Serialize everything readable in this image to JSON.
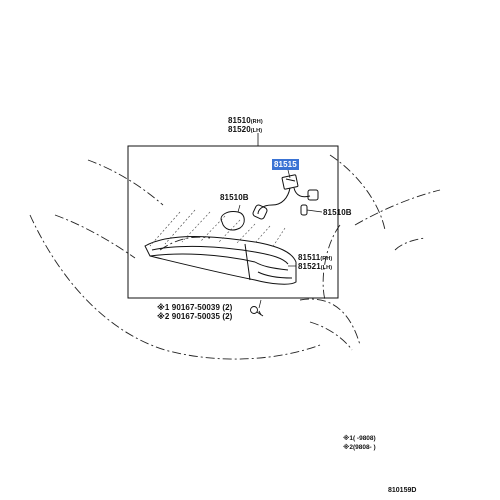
{
  "parts": {
    "assy": {
      "number": "81510",
      "side": "(RH)"
    },
    "assy2": {
      "number": "81520",
      "side": "(LH)"
    },
    "socket": {
      "number": "81515"
    },
    "bulb_left": {
      "number": "81510B"
    },
    "bulb_right": {
      "number": "81510B"
    },
    "lens": {
      "number": "81511",
      "side": "(RH)"
    },
    "lens2": {
      "number": "81521",
      "side": "(LH)"
    },
    "screw1": {
      "mark": "※1",
      "number": "90167-50039",
      "qty": "(2)"
    },
    "screw2": {
      "mark": "※2",
      "number": "90167-50035",
      "qty": "(2)"
    }
  },
  "notes": {
    "n1": {
      "mark": "※1",
      "text": "(      -9808)"
    },
    "n2": {
      "mark": "※2",
      "text": "(9808-      )"
    }
  },
  "diagram_code": "810159D",
  "colors": {
    "highlight": "#3a73d4",
    "line": "#111111"
  }
}
